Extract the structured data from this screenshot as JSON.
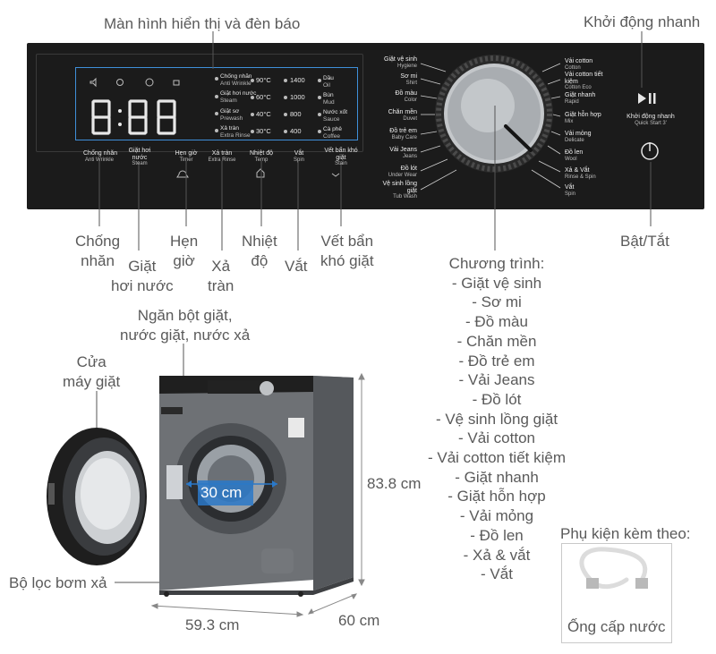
{
  "callouts": {
    "display": "Màn hình hiển thị và đèn báo",
    "quick_start": "Khởi động nhanh",
    "power": "Bật/Tắt",
    "anti_wrinkle": [
      "Chống",
      "nhăn"
    ],
    "steam": [
      "Giặt",
      "hơi nước"
    ],
    "timer": [
      "Hẹn",
      "giờ"
    ],
    "extra_rinse": [
      "Xả",
      "tràn"
    ],
    "temp": [
      "Nhiệt",
      "độ"
    ],
    "spin": "Vắt",
    "stain": [
      "Vết bẩn",
      "khó giặt"
    ],
    "detergent": [
      "Ngăn bột giặt,",
      "nước giặt, nước xả"
    ],
    "door": [
      "Cửa",
      "máy giặt"
    ],
    "filter": "Bộ lọc bơm xả",
    "door_diameter": "30 cm",
    "height": "83.8 cm",
    "width": "59.3 cm",
    "depth": "60 cm"
  },
  "programs": {
    "title": "Chương trình:",
    "items": [
      "- Giặt vệ sinh",
      "- Sơ mi",
      "- Đồ màu",
      "- Chăn mền",
      "- Đồ trẻ em",
      "- Vải Jeans",
      "- Đồ lót",
      "- Vệ sinh lồng giặt",
      "- Vải cotton",
      "- Vải cotton tiết kiệm",
      "- Giặt nhanh",
      "- Giặt hỗn hợp",
      "- Vải mỏng",
      "- Đồ len",
      "- Xả & vắt",
      "- Vắt"
    ]
  },
  "accessories": {
    "title": "Phụ kiện kèm theo:",
    "item": "Ống cấp nước"
  },
  "panel": {
    "digits": "8:88",
    "options": [
      {
        "vi": "Chống nhăn",
        "en": "Anti Wrinkle"
      },
      {
        "vi": "Giặt hơi nước",
        "en": "Steam"
      },
      {
        "vi": "Giặt sơ",
        "en": "Prewash"
      },
      {
        "vi": "Xả tràn",
        "en": "Extra Rinse"
      }
    ],
    "temps": [
      "90°C",
      "60°C",
      "40°C",
      "30°C"
    ],
    "speeds": [
      "1400",
      "1000",
      "800",
      "400"
    ],
    "soils": [
      {
        "vi": "Dầu",
        "en": "Oil"
      },
      {
        "vi": "Bùn",
        "en": "Mud"
      },
      {
        "vi": "Nước xốt",
        "en": "Sauce"
      },
      {
        "vi": "Cà phê",
        "en": "Coffee"
      }
    ],
    "buttons": [
      {
        "vi": "Chống nhăn",
        "en": "Anti Wrinkle"
      },
      {
        "vi": "Giặt hơi nước",
        "en": "Steam"
      },
      {
        "vi": "Hẹn giờ",
        "en": "Timer"
      },
      {
        "vi": "Xả tràn",
        "en": "Extra Rinse"
      },
      {
        "vi": "Nhiệt độ",
        "en": "Temp"
      },
      {
        "vi": "Vắt",
        "en": "Spin"
      },
      {
        "vi": "Vết bẩn khó giặt",
        "en": "Stain"
      }
    ],
    "programs_left": [
      {
        "vi": "Giặt vệ sinh",
        "en": "Hygiene"
      },
      {
        "vi": "Sơ mi",
        "en": "Shirt"
      },
      {
        "vi": "Đồ màu",
        "en": "Color"
      },
      {
        "vi": "Chăn mền",
        "en": "Duvet"
      },
      {
        "vi": "Đồ trẻ em",
        "en": "Baby Care"
      },
      {
        "vi": "Vải Jeans",
        "en": "Jeans"
      },
      {
        "vi": "Đồ lót",
        "en": "Under Wear"
      },
      {
        "vi": "Vệ sinh lồng giặt",
        "en": "Tub Wash"
      }
    ],
    "programs_right": [
      {
        "vi": "Vải cotton",
        "en": "Cotton"
      },
      {
        "vi": "Vải cotton tiết kiệm",
        "en": "Cotton Eco"
      },
      {
        "vi": "Giặt nhanh",
        "en": "Rapid"
      },
      {
        "vi": "Giặt hỗn hợp",
        "en": "Mix"
      },
      {
        "vi": "Vải mỏng",
        "en": "Delicate"
      },
      {
        "vi": "Đồ len",
        "en": "Wool"
      },
      {
        "vi": "Xả & Vắt",
        "en": "Rinse & Spin"
      },
      {
        "vi": "Vắt",
        "en": "Spin"
      }
    ],
    "quick_start": {
      "vi": "Khởi động nhanh",
      "en": "Quick Start 3'"
    }
  },
  "colors": {
    "panel": "#1b1b1b",
    "accent": "#3f8fd9",
    "body": "#6b6e72",
    "text": "#5a5a5a"
  }
}
